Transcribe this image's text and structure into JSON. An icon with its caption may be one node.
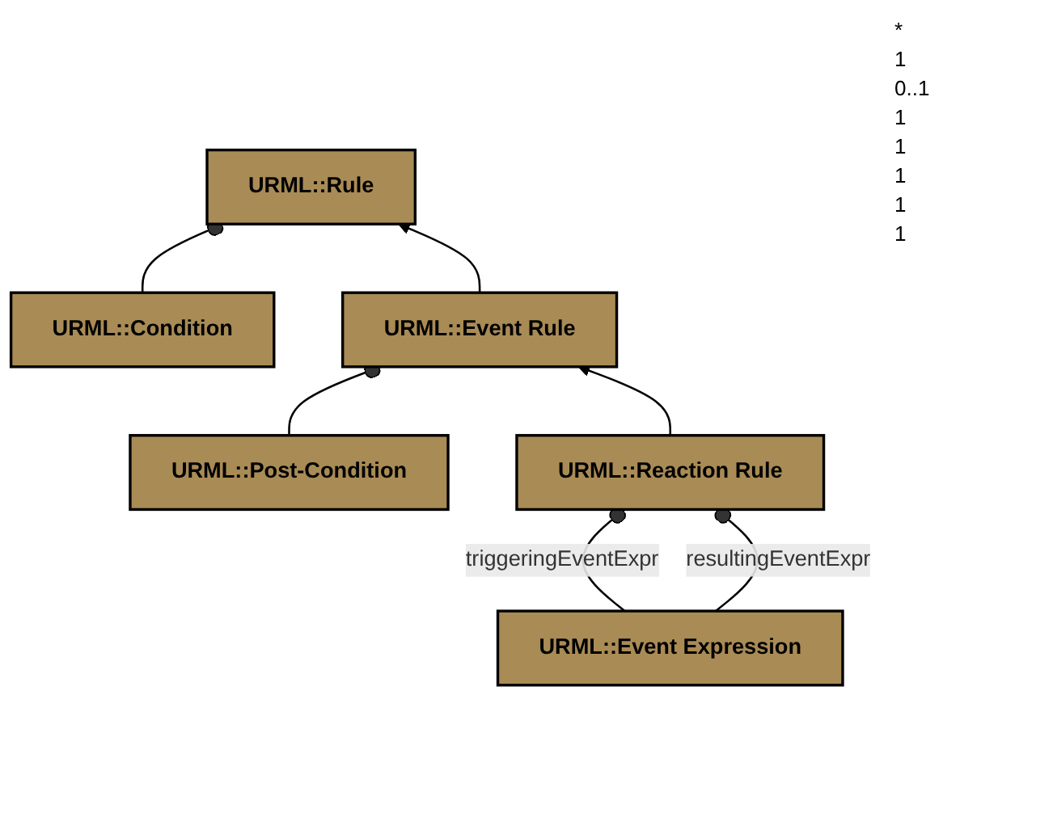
{
  "diagram": {
    "nodes": [
      {
        "text": [
          "URML::Condition"
        ]
      },
      {
        "text": [
          "URML::Rule"
        ]
      },
      {
        "text": [
          "URML::Post-Condition"
        ]
      },
      {
        "text": [
          "URML::Event Rule"
        ]
      },
      {
        "text": [
          "URML::Event Expression"
        ]
      },
      {
        "text": [
          "URML::Reaction Rule"
        ]
      }
    ],
    "edges": [
      {
        "from": 0,
        "to": 1,
        "arrow": "other"
      },
      {
        "from": 3,
        "to": 1,
        "arrow": "to"
      },
      {
        "from": 2,
        "to": 3,
        "arrow": "other"
      },
      {
        "from": 5,
        "to": 3,
        "arrow": "to"
      },
      {
        "from": 4,
        "to": 5,
        "label": "triggeringEventExpr",
        "arrow": "other"
      },
      {
        "from": 4,
        "to": 5,
        "label": "resultingEventExpr",
        "arrow": "other"
      }
    ],
    "labels": [
      "*",
      "1",
      "0..1",
      "1",
      "1",
      "1",
      "1",
      "1"
    ]
  }
}
